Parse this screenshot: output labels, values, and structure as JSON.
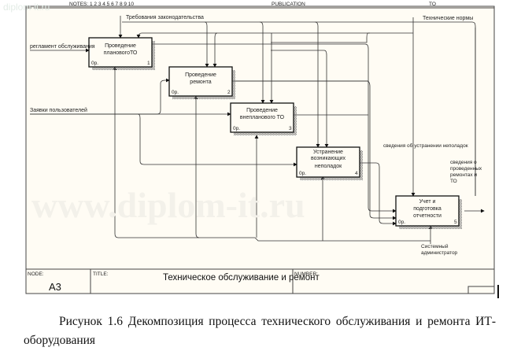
{
  "watermark": "diplom-it.ru",
  "watermark_large": "www.diplom-it.ru",
  "header": {
    "notes": "NOTES: 1 2 3 4 5 6 7 8 9 10",
    "publication": "PUBLICATION",
    "context": "TO"
  },
  "inputs": {
    "reglament": "регламент обслуживания",
    "requests": "Заявки пользователей"
  },
  "controls": {
    "law": "Требования законодательства",
    "norms": "Технические нормы"
  },
  "mechanism": {
    "admin_line1": "Системный",
    "admin_line2": "администратор"
  },
  "outputs": {
    "fix_info": "сведения об устранении неполадок",
    "report_l1": "сведения о",
    "report_l2": "проведенных",
    "report_l3": "ремонтах и",
    "report_l4": "ТО"
  },
  "boxes": [
    {
      "line1": "Проведение",
      "line2": "плановогоТО",
      "line3": "",
      "cost": "0р.",
      "num": "1"
    },
    {
      "line1": "Проведение",
      "line2": "ремонта",
      "line3": "",
      "cost": "0р.",
      "num": "2"
    },
    {
      "line1": "Проведение",
      "line2": "внепланового ТО",
      "line3": "",
      "cost": "0р.",
      "num": "3"
    },
    {
      "line1": "Устранение",
      "line2": "возникающих",
      "line3": "неполадок",
      "cost": "0р.",
      "num": "4"
    },
    {
      "line1": "Учет и",
      "line2": "подготовка",
      "line3": "отчетности",
      "cost": "0р.",
      "num": "5"
    }
  ],
  "footer": {
    "node_label": "NODE:",
    "node": "A3",
    "title_label": "TITLE:",
    "title": "Техническое  обслуживание  и ремонт",
    "number_label": "NUMBER:"
  },
  "caption": "Рисунок 1.6 Декомпозиция процесса технического обслуживания и ремонта ИТ-оборудования"
}
